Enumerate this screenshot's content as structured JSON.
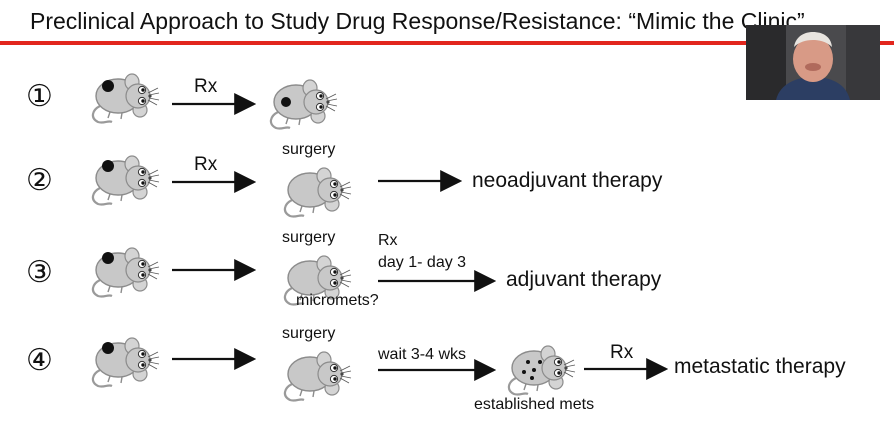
{
  "slide": {
    "title": "Preclinical Approach to Study Drug Response/Resistance: “Mimic the Clinic”",
    "rows": [
      {
        "number": "①",
        "rx_label": "Rx"
      },
      {
        "number": "②",
        "rx_label": "Rx",
        "step_label": "surgery",
        "outcome": "neoadjuvant therapy"
      },
      {
        "number": "③",
        "step_label": "surgery",
        "rx_label": "Rx",
        "timing": "day 1- day 3",
        "note": "micromets?",
        "outcome": "adjuvant therapy"
      },
      {
        "number": "④",
        "step_label": "surgery",
        "timing": "wait 3-4 wks",
        "note": "established mets",
        "rx_label": "Rx",
        "outcome": "metastatic therapy"
      }
    ]
  },
  "colors": {
    "accent_rule": "#e2261d",
    "mouse_body": "#c8c8c8",
    "tumor": "#111111"
  },
  "icons": {
    "mouse": "mouse-icon",
    "tumor": "tumor-dot-icon",
    "webcam": "presenter-webcam-icon"
  }
}
